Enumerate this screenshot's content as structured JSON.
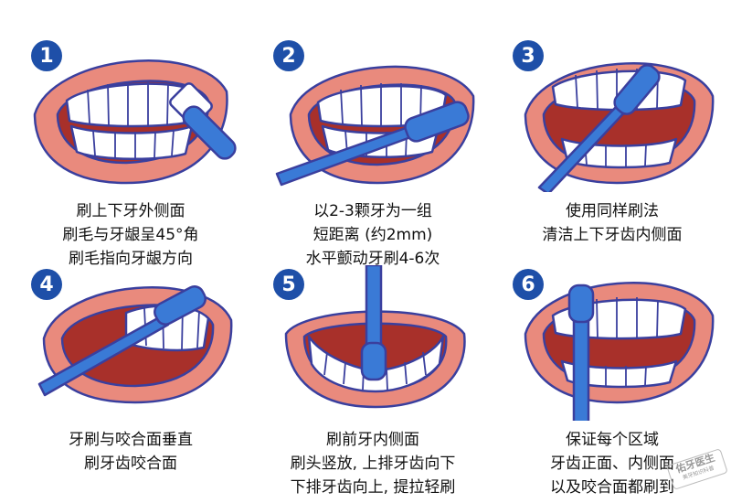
{
  "colors": {
    "badge": "#1e4fa8",
    "lip": "#e98a7d",
    "mouth": "#a8302a",
    "brush": "#3a7ad6",
    "outline": "#3a3f9e",
    "tooth": "#ffffff"
  },
  "steps": [
    {
      "number": "1",
      "lines": [
        "刷上下牙外侧面",
        "刷毛与牙龈呈45°角",
        "刷毛指向牙龈方向"
      ]
    },
    {
      "number": "2",
      "lines": [
        "以2-3颗牙为一组",
        "短距离 (约2mm)",
        "水平颤动牙刷4-6次"
      ]
    },
    {
      "number": "3",
      "lines": [
        "使用同样刷法",
        "清洁上下牙齿内侧面"
      ]
    },
    {
      "number": "4",
      "lines": [
        "牙刷与咬合面垂直",
        "刷牙齿咬合面"
      ]
    },
    {
      "number": "5",
      "lines": [
        "刷前牙内侧面",
        "刷头竖放, 上排牙齿向下",
        "下排牙齿向上, 提拉轻刷"
      ]
    },
    {
      "number": "6",
      "lines": [
        "保证每个区域",
        "牙齿正面、内侧面",
        "以及咬合面都刷到"
      ]
    }
  ],
  "watermark": {
    "title": "佑牙医生",
    "subtitle": "美牙知识科普",
    "icon": "tooth-icon"
  }
}
